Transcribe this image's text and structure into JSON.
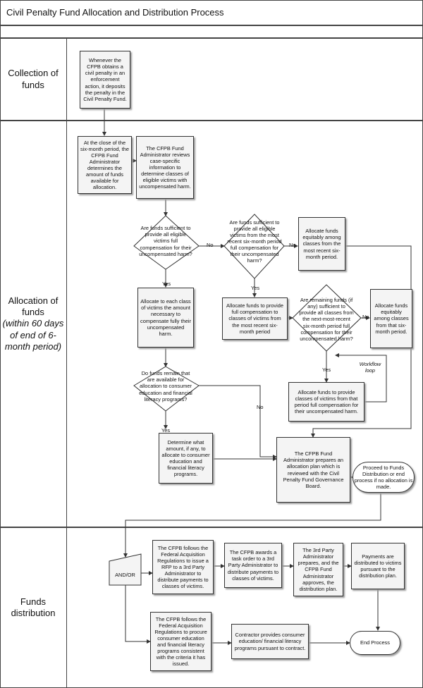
{
  "title": "Civil Penalty Fund Allocation and Distribution Process",
  "lanes": {
    "collection": {
      "label": "Collection of funds"
    },
    "allocation": {
      "label": "Allocation of funds",
      "sub": "(within 60 days of end of 6-month period)"
    },
    "distribution": {
      "label": "Funds distribution"
    }
  },
  "nodes": {
    "deposit": "Whenever the CFPB obtains a civil penalty in an enforcement action, it deposits the penalty in the Civil Penalty Fund.",
    "determine_amount": "At the close of the six-month period, the CFPB Fund Administrator determines the amount of funds available for allocation.",
    "review_info": "The CFPB Fund Administrator reviews case-specific information to determine classes of eligible victims with uncompensated harm.",
    "q_all_victims": "Are funds sufficient to provide all eligible victims full compensation for their uncompensated harm?",
    "q_recent_period": "Are funds sufficient to provide all eligible victims from the most recent six-month period full compensation for their uncompensated harm?",
    "alloc_equitably_recent": "Allocate funds equitably among classes from the most recent six-month period.",
    "alloc_each_class": "Allocate to each class of victims the amount necessary to compensate fully their uncompensated harm.",
    "alloc_full_recent": "Allocate funds to provide full compensation to classes of victims from the most recent six-month period",
    "q_remaining": "Are remaining funds (if any) sufficient to provide all classes from the next-most-recent six-month period full compensation for their uncompensated harm?",
    "alloc_equitably_that": "Allocate funds equitably among classes from that six-month period.",
    "alloc_that_period": "Allocate funds to provide classes of victims from that period full compensation for their uncompensated harm.",
    "workflow_loop": "Workflow loop",
    "q_funds_remain": "Do funds remain that are available for allocation to consumer education and financial literacy programs?",
    "determine_amount_edu": "Determine what amount, if any, to allocate to consumer education and financial literacy programs.",
    "allocation_plan": "The CFPB Fund Administrator prepares an allocation plan which is reviewed with the Civil Penalty Fund Governance Board.",
    "proceed": "Proceed to Funds Distribution or end process if no allocation is made.",
    "and_or": "AND/OR",
    "far_rfp": "The CFPB follows the Federal Acquisition Regulations to issue a RFP to a 3rd Party Administrator to distribute payments to classes of victims.",
    "task_order": "The CFPB awards a task order to a 3rd Party Administrator to distribute payments to classes of victims.",
    "third_party": "The 3rd Party Administrator prepares, and the CFPB Fund Administrator approves, the distribution plan.",
    "payments": "Payments are distributed to victims pursuant to the distribution plan.",
    "far_edu": "The CFPB follows the Federal Acquisition Regulations to procure consumer education and financial literacy programs consistent with the criteria it has issued.",
    "contractor": "Contractor provides consumer education/ financial literacy programs pursuant to contract.",
    "end": "End Process"
  },
  "edge_labels": {
    "no": "No",
    "yes": "Yes"
  }
}
